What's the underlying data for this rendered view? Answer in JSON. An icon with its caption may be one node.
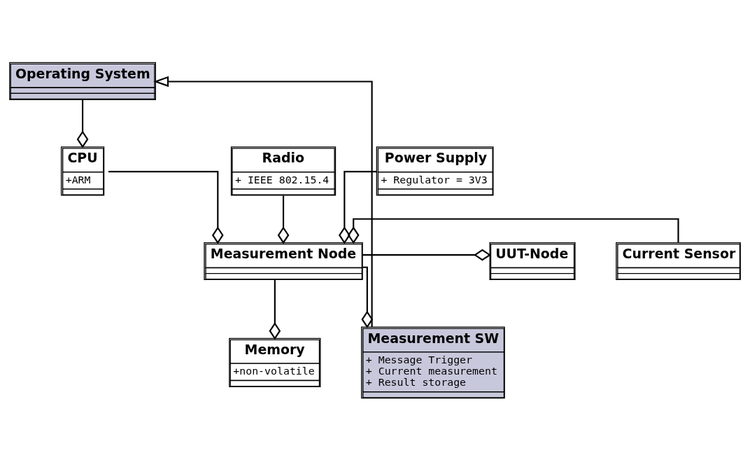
{
  "diagram": {
    "nodes": [
      {
        "text": [
          "Operating System"
        ]
      },
      {
        "text": [
          "Radio",
          "+ IEEE 802.15.4"
        ]
      },
      {
        "text": [
          "CPU",
          "+ARM"
        ]
      },
      {
        "text": [
          "Power Supply",
          "+ Regulator = 3V3"
        ]
      },
      {
        "text": [
          "UUT-Node"
        ]
      },
      {
        "text": [
          "Measurement Node"
        ]
      },
      {
        "text": [
          "Current Sensor"
        ]
      },
      {
        "text": [
          "Memory",
          "+non-volatile"
        ]
      },
      {
        "text": [
          "Measurement SW",
          "+ Message Trigger",
          "+ Current measurement",
          "+ Result storage"
        ]
      }
    ],
    "edges": [
      {
        "from": 0,
        "to": 2,
        "arrow": "other"
      },
      {
        "from": 1,
        "to": 5,
        "arrow": "other"
      },
      {
        "from": 2,
        "to": 5,
        "arrow": "other"
      },
      {
        "from": 3,
        "to": 5,
        "arrow": "other"
      },
      {
        "from": 5,
        "to": 4,
        "arrow": "other"
      },
      {
        "from": 6,
        "to": 5,
        "arrow": "other"
      },
      {
        "from": 5,
        "to": 7,
        "arrow": "other"
      },
      {
        "from": 5,
        "to": 8,
        "arrow": "other"
      },
      {
        "from": 8,
        "to": 0,
        "arrow": "to"
      }
    ]
  }
}
